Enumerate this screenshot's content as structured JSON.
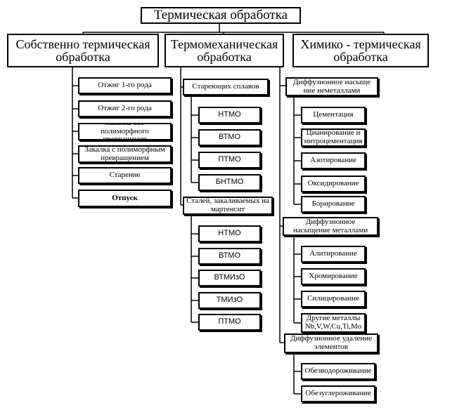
{
  "title": "Термическая обработка",
  "branches": [
    {
      "label": "Собственно термическая обработка",
      "items": [
        "Отжиг   1-го рода",
        "Отжиг   2-го рода",
        "Закалка без полиморфного превращения",
        "Закалка с полиморфным превращением",
        "Старение",
        "Отпуск"
      ]
    },
    {
      "label": "Термомеханическая обработка",
      "groups": [
        {
          "label": "Стареющих сплавов",
          "items": [
            "НТМО",
            "ВТМО",
            "ПТМО",
            "БНТМО"
          ]
        },
        {
          "label": "Сталей, закаливаемых на мартенсит",
          "items": [
            "НТМО",
            "ВТМО",
            "ВТМИзО",
            "ТМИзО",
            "ПТМО"
          ]
        }
      ]
    },
    {
      "label": "Химико - термическая обработка",
      "groups": [
        {
          "label": "Диффузионное насыще ние неметаллами",
          "items": [
            "Цементация",
            "Цианирование и нитроцементация",
            "Азотирование",
            "Оксидирование",
            "Борирование"
          ]
        },
        {
          "label": "Диффузионное насыщение металлами",
          "items": [
            "Алитирование",
            "Хромирование",
            "Силицирование",
            "Другие металлы Nb,V,W,Cu,Ti,Mo"
          ]
        },
        {
          "label": "Диффузионное удаление элементов",
          "items": [
            "Обезводороживание",
            "Обезуглероживание"
          ]
        }
      ]
    }
  ]
}
